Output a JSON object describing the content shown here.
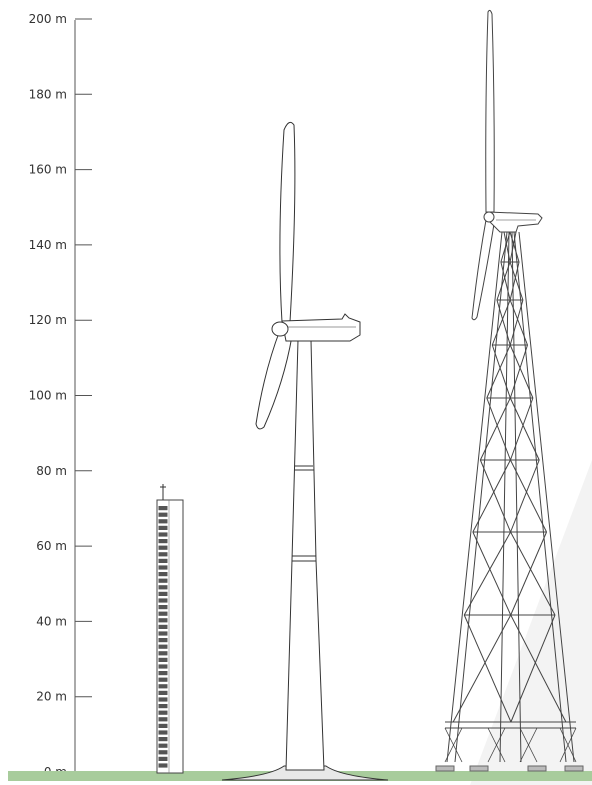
{
  "scale": {
    "unit": "m",
    "min": 0,
    "max": 200,
    "step": 20,
    "ticks": [
      {
        "value": 0,
        "label": "0 m"
      },
      {
        "value": 20,
        "label": "20 m"
      },
      {
        "value": 40,
        "label": "40 m"
      },
      {
        "value": 60,
        "label": "60 m"
      },
      {
        "value": 80,
        "label": "80 m"
      },
      {
        "value": 100,
        "label": "100 m"
      },
      {
        "value": 120,
        "label": "120 m"
      },
      {
        "value": 140,
        "label": "140 m"
      },
      {
        "value": 160,
        "label": "160 m"
      },
      {
        "value": 180,
        "label": "180 m"
      },
      {
        "value": 200,
        "label": "200 m"
      }
    ]
  },
  "structures": [
    {
      "kind": "building",
      "roof_height": 72,
      "antenna_height": 76
    },
    {
      "kind": "tubular-tower-turbine",
      "hub_height": 119,
      "blade_tip_height": 173,
      "blade_lowest_point": 92
    },
    {
      "kind": "lattice-tower-turbine",
      "hub_height": 147,
      "blade_tip_height": 202,
      "blade_lowest_point": 120
    }
  ],
  "colors": {
    "ground": "#a8cc9c",
    "line": "#333333",
    "building_windows": "#555555",
    "background": "#ffffff",
    "shadow": "#f3f3f3"
  }
}
